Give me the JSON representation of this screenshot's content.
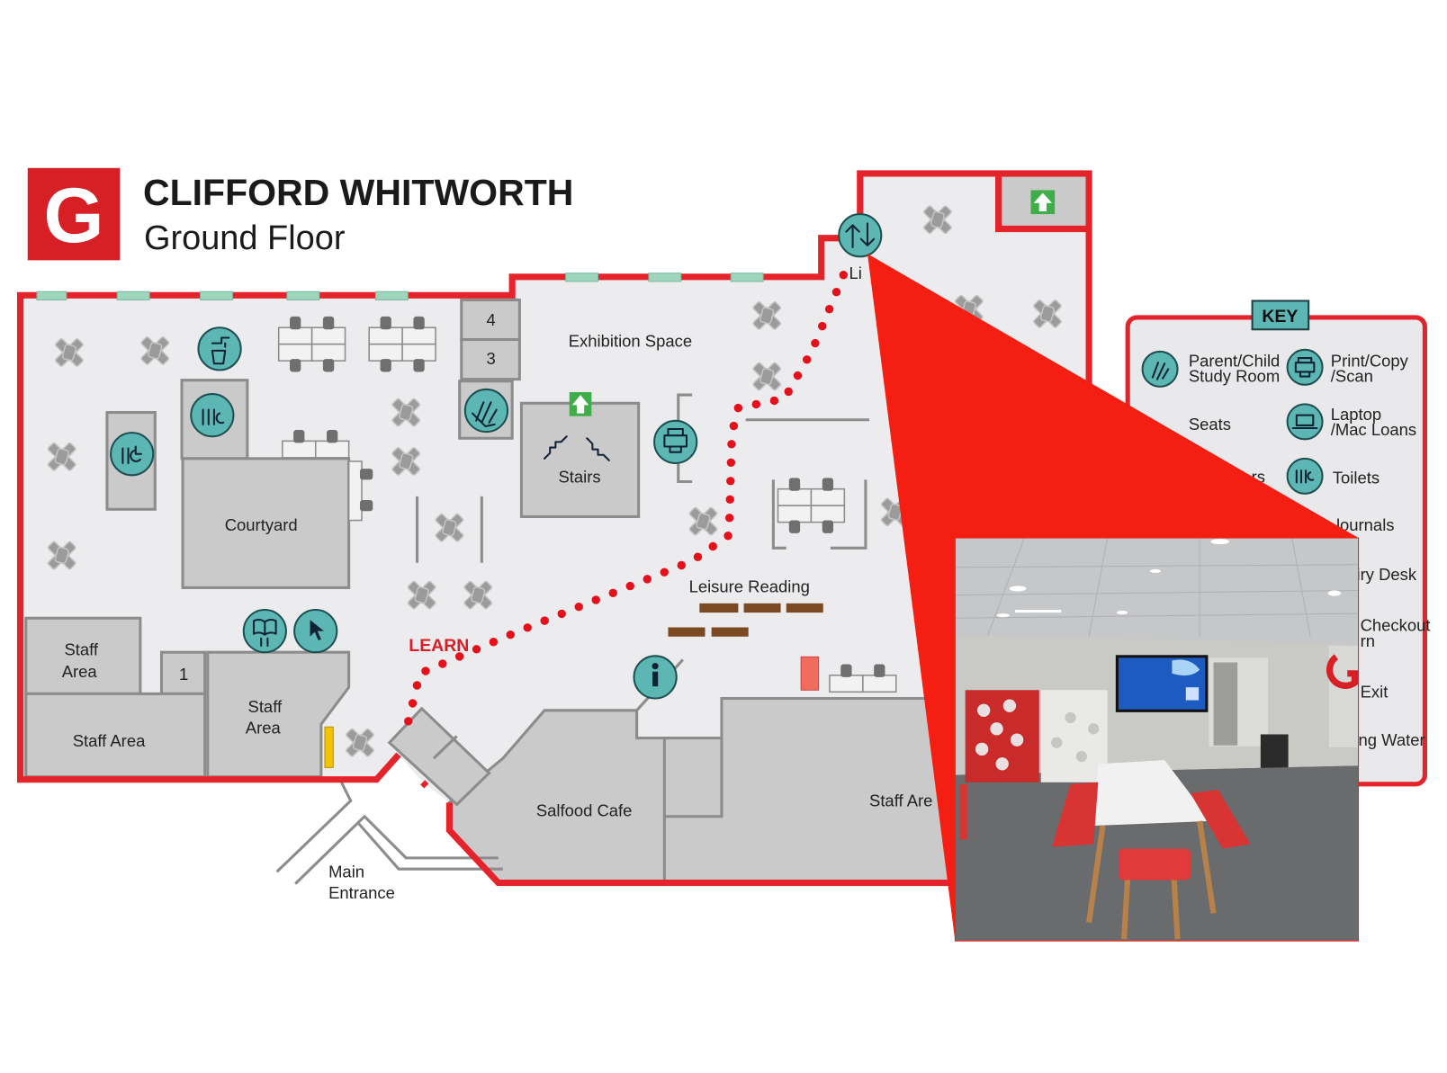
{
  "header": {
    "logo_letter": "G",
    "title": "CLIFFORD WHITWORTH",
    "subtitle": "Ground Floor"
  },
  "map": {
    "rooms": {
      "exhibition": "Exhibition Space",
      "stairs": "Stairs",
      "courtyard": "Courtyard",
      "staff_area_1_line1": "Staff",
      "staff_area_1_line2": "Area",
      "staff_area_2": "Staff Area",
      "staff_area_3_line1": "Staff",
      "staff_area_3_line2": "Area",
      "staff_area_4": "Staff Are",
      "cafe": "Salfood Cafe",
      "leisure": "Leisure Reading",
      "room_4": "4",
      "room_3": "3",
      "room_1": "1",
      "lift_partial": "Li"
    },
    "route_label": "LEARN",
    "entrance_line1": "Main",
    "entrance_line2": "Entrance"
  },
  "key": {
    "title": "KEY",
    "items": [
      {
        "icon": "parent-child-icon",
        "line1": "Parent/Child",
        "line2": "Study Room"
      },
      {
        "icon": "printer-icon",
        "line1": "Print/Copy",
        "line2": "/Scan"
      },
      {
        "icon": "seat-icon",
        "line1": "Seats"
      },
      {
        "icon": "laptop-icon",
        "line1": "Laptop",
        "line2": "/Mac Loans"
      },
      {
        "icon": "computers-icon",
        "line1": "rs"
      },
      {
        "icon": "toilets-icon",
        "line1": "Toilets"
      },
      {
        "icon": "journals-icon",
        "line1": "lournals"
      },
      {
        "icon": "enquiry-desk-icon",
        "line1": "iry Desk"
      },
      {
        "icon": "self-checkout-icon",
        "line1": "Checkout",
        "line2": "rn"
      },
      {
        "icon": "exit-icon",
        "line1": "Exit"
      },
      {
        "icon": "drinking-water-icon",
        "line1": "ng Water"
      }
    ]
  },
  "colors": {
    "brand_red": "#d71f26",
    "wall_red": "#e5232a",
    "teal": "#5cb6b3",
    "window_green": "#9ed6bd",
    "exit_green": "#3fae49",
    "shelf_brown": "#7b4a22"
  }
}
